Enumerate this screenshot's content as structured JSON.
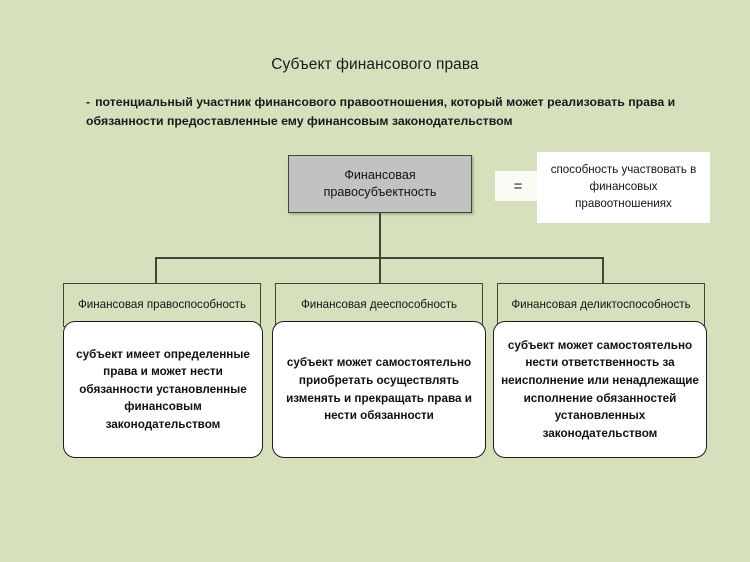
{
  "slide": {
    "background_color": "#d6e0bd",
    "title": "Субъект финансового права",
    "intro_dash": "-",
    "intro_text": "потенциальный участник финансового правоотношения,  который может реализовать права и обязанности предоставленные ему финансовым законодательством"
  },
  "root": {
    "label": "Финансовая правосубъектность",
    "fill_color": "#c2c2c2",
    "border_color": "#3c4a33"
  },
  "definition": {
    "equals_sign": "=",
    "text": "способность участвовать в финансовых правоотношениях",
    "fill_color": "#ffffff"
  },
  "branches": [
    {
      "header": "Финансовая правоспособность",
      "body": "субъект имеет определенные права и может нести обязанности установленные финансовым законодательством"
    },
    {
      "header": "Финансовая дееспособность",
      "body": "субъект может самостоятельно приобретать осуществлять изменять и прекращать права и нести обязанности"
    },
    {
      "header": "Финансовая деликтоспособность",
      "body": "субъект может самостоятельно нести ответственность за неисполнение или ненадлежащие исполнение обязанностей установленных законодательством"
    }
  ]
}
